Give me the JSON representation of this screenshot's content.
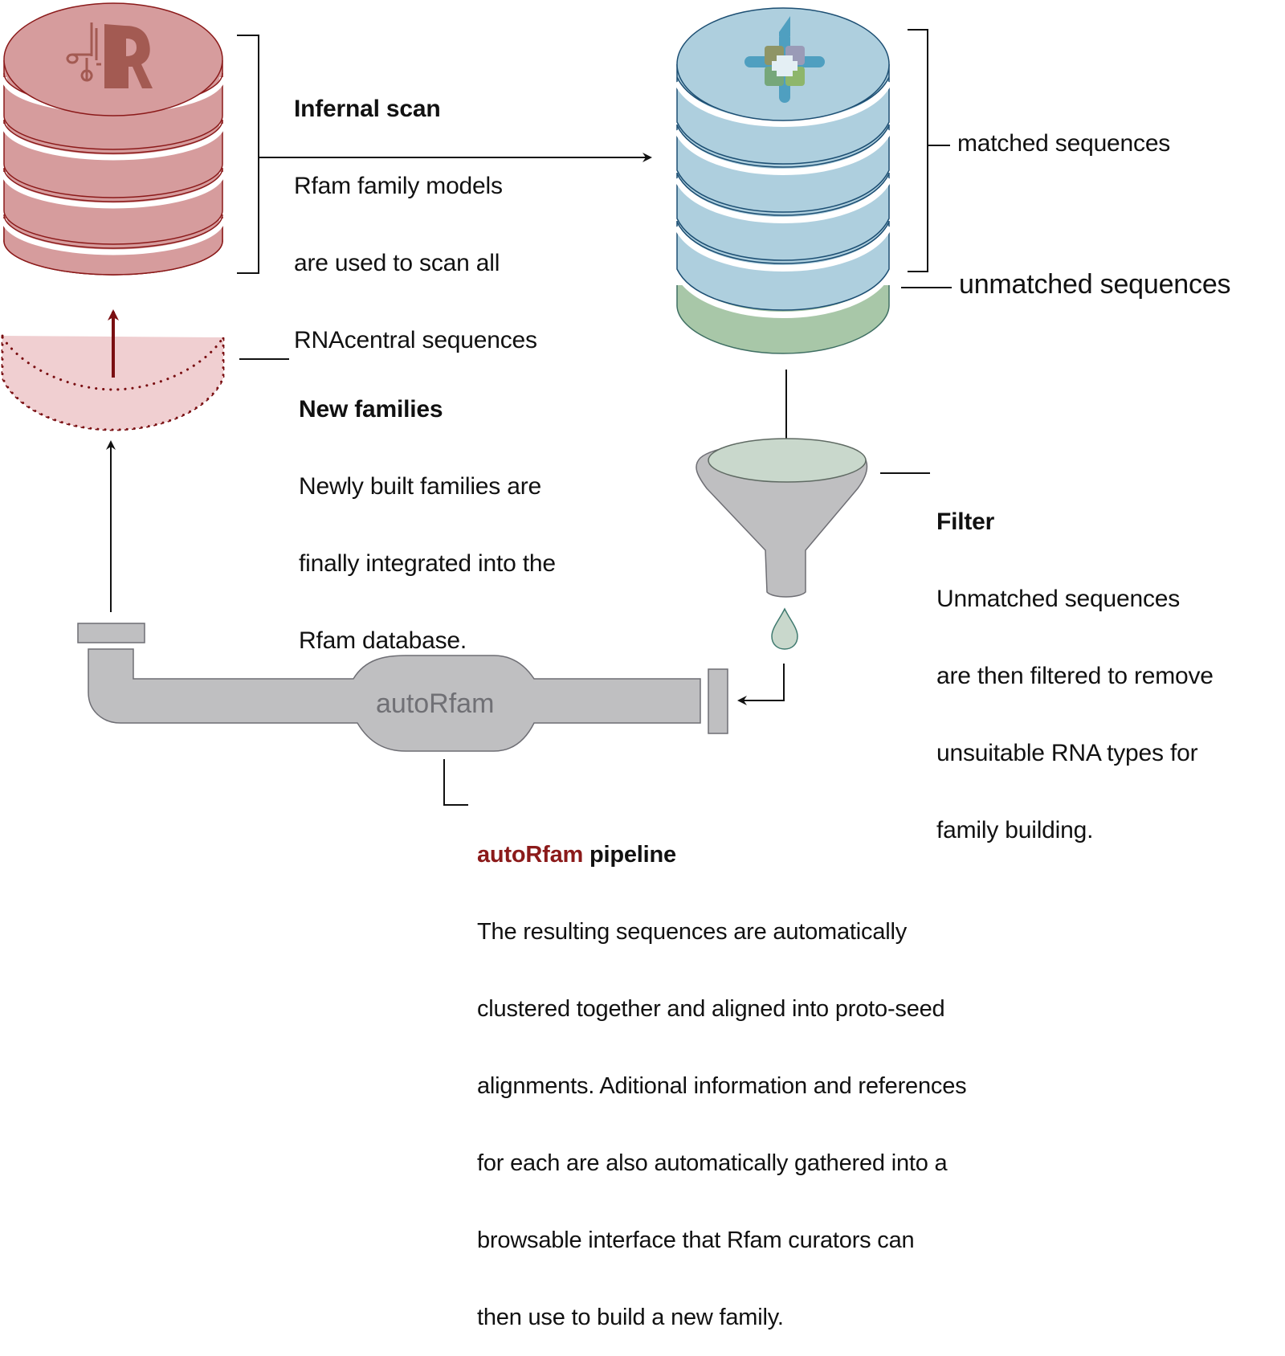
{
  "colors": {
    "rfam_fill": "#d69c9d",
    "rfam_stroke": "#8b1a1a",
    "rfam_logo": "#a35a52",
    "rnacentral_fill": "#aecfde",
    "rnacentral_stroke": "#1d4f73",
    "unmatched_fill": "#a8c7a8",
    "unmatched_stroke": "#3f6f63",
    "new_family_fill": "#f0cfd1",
    "funnel_fill": "#bfbfc1",
    "funnel_liquid": "#c9d8cc",
    "pipe_fill": "#bfbfc1",
    "pipe_stroke": "#6e6e74",
    "accent_red": "#8b1a1a"
  },
  "icons": {
    "rfam_db": "rfam-database-icon",
    "rnacentral_db": "rnacentral-database-icon",
    "new_family_slot": "new-family-layer-icon",
    "funnel": "funnel-icon",
    "droplet": "droplet-icon",
    "pipeline": "pipeline-icon"
  },
  "infernal_scan": {
    "title": "Infernal scan",
    "lines": [
      "Rfam family models",
      "are used to scan all",
      "RNAcentral sequences"
    ]
  },
  "matched_label": "matched sequences",
  "unmatched_label": "unmatched sequences",
  "new_families": {
    "title": "New families",
    "lines": [
      "Newly built families are",
      "finally integrated into the",
      "Rfam database."
    ]
  },
  "filter": {
    "title": "Filter",
    "lines": [
      "Unmatched sequences",
      "are then filtered to remove",
      "unsuitable RNA types for",
      "family building."
    ]
  },
  "pipeline_tank_label": "autoRfam",
  "autorfam": {
    "title_accent": "autoRfam",
    "title_rest": " pipeline",
    "lines": [
      "The resulting sequences are automatically",
      "clustered together and aligned into proto-seed",
      "alignments. Aditional information and references",
      "for each are also automatically gathered into a",
      "browsable interface that Rfam curators can",
      "then use to build a new family."
    ]
  }
}
